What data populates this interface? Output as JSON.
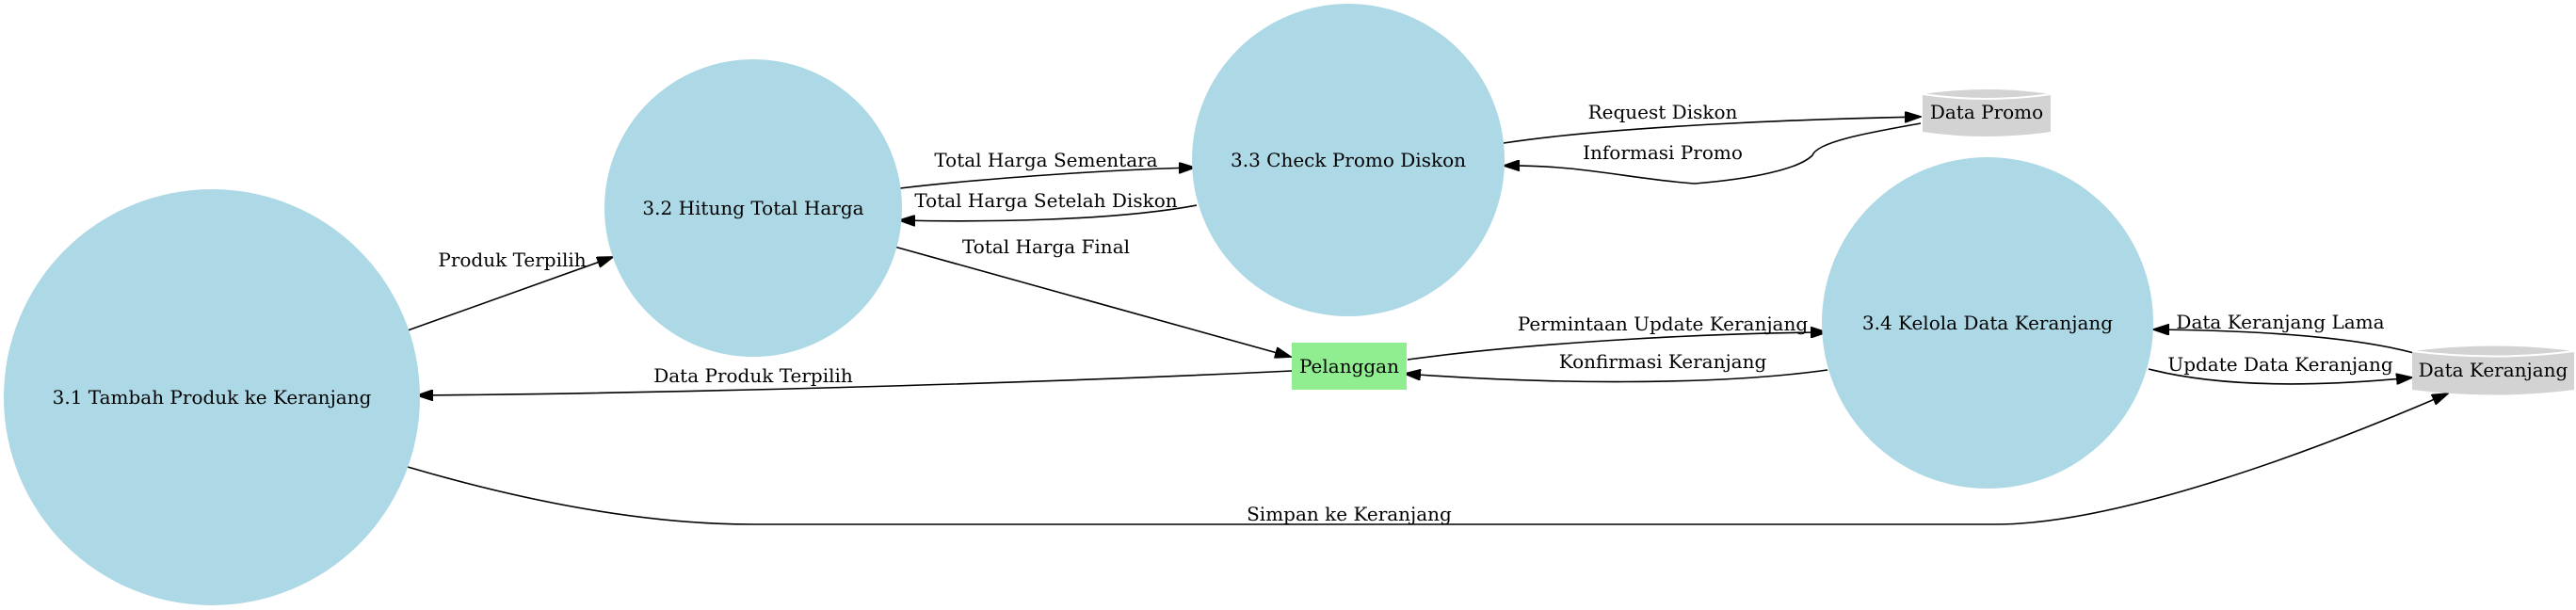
{
  "colors": {
    "process_fill": "#ADD8E6",
    "entity_fill": "#90EE90",
    "store_fill": "#D3D3D3",
    "line": "#000000"
  },
  "processes": {
    "p31": "3.1 Tambah Produk ke Keranjang",
    "p32": "3.2 Hitung Total Harga",
    "p33": "3.3 Check Promo Diskon",
    "p34": "3.4 Kelola Data Keranjang"
  },
  "entity": {
    "pelanggan": "Pelanggan"
  },
  "stores": {
    "promo": "Data Promo",
    "keranjang": "Data Keranjang"
  },
  "flows": {
    "produk_terpilih": "Produk Terpilih",
    "total_harga_sementara": "Total Harga Sementara",
    "total_harga_setelah_diskon": "Total Harga Setelah Diskon",
    "total_harga_final": "Total Harga Final",
    "request_diskon": "Request Diskon",
    "informasi_promo": "Informasi Promo",
    "permintaan_update": "Permintaan Update Keranjang",
    "konfirmasi_keranjang": "Konfirmasi Keranjang",
    "data_produk_terpilih": "Data Produk Terpilih",
    "data_keranjang_lama": "Data Keranjang Lama",
    "update_data_keranjang": "Update Data Keranjang",
    "simpan_ke_keranjang": "Simpan ke Keranjang"
  }
}
